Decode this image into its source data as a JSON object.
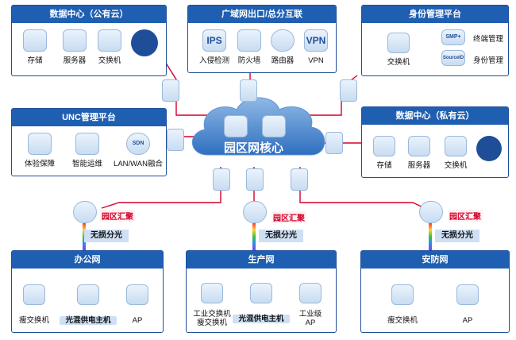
{
  "dc_public": {
    "title": "数据中心（公有云）",
    "storage": "存储",
    "server": "服务器",
    "switch": "交换机"
  },
  "wan": {
    "title": "广域网出口/总分互联",
    "ips_icon": "IPS",
    "ips": "入侵检测",
    "firewall": "防火墙",
    "router": "路由器",
    "vpn_icon": "VPN",
    "vpn": "VPN"
  },
  "identity": {
    "title": "身份管理平台",
    "switch": "交换机",
    "smp": "SMP+",
    "terminal": "终端管理",
    "sourceid": "SourceID",
    "identity": "身份管理"
  },
  "unc": {
    "title": "UNC管理平台",
    "experience": "体验保障",
    "ops": "智能运维",
    "sdn": "SDN",
    "lanwan": "LAN/WAN融合"
  },
  "dc_private": {
    "title": "数据中心（私有云）",
    "storage": "存储",
    "server": "服务器",
    "switch": "交换机"
  },
  "core": {
    "label": "园区网核心"
  },
  "aggregation": {
    "label": "园区汇聚",
    "fiber": "无损分光"
  },
  "office": {
    "title": "办公网",
    "thin_switch": "瘦交换机",
    "host": "光混供电主机",
    "ap": "AP"
  },
  "production": {
    "title": "生产网",
    "ind_switch_1": "工业交换机",
    "ind_switch_2": "瘦交换机",
    "host": "光混供电主机",
    "ind_ap_1": "工业级",
    "ind_ap_2": "AP"
  },
  "security": {
    "title": "安防网",
    "thin_switch": "瘦交换机",
    "ap": "AP"
  },
  "colors": {
    "title_bar": "#1f5fb2",
    "link_red": "#d4002a",
    "link_blue": "#1f5fb2",
    "cloud": "#3c7fc9"
  }
}
